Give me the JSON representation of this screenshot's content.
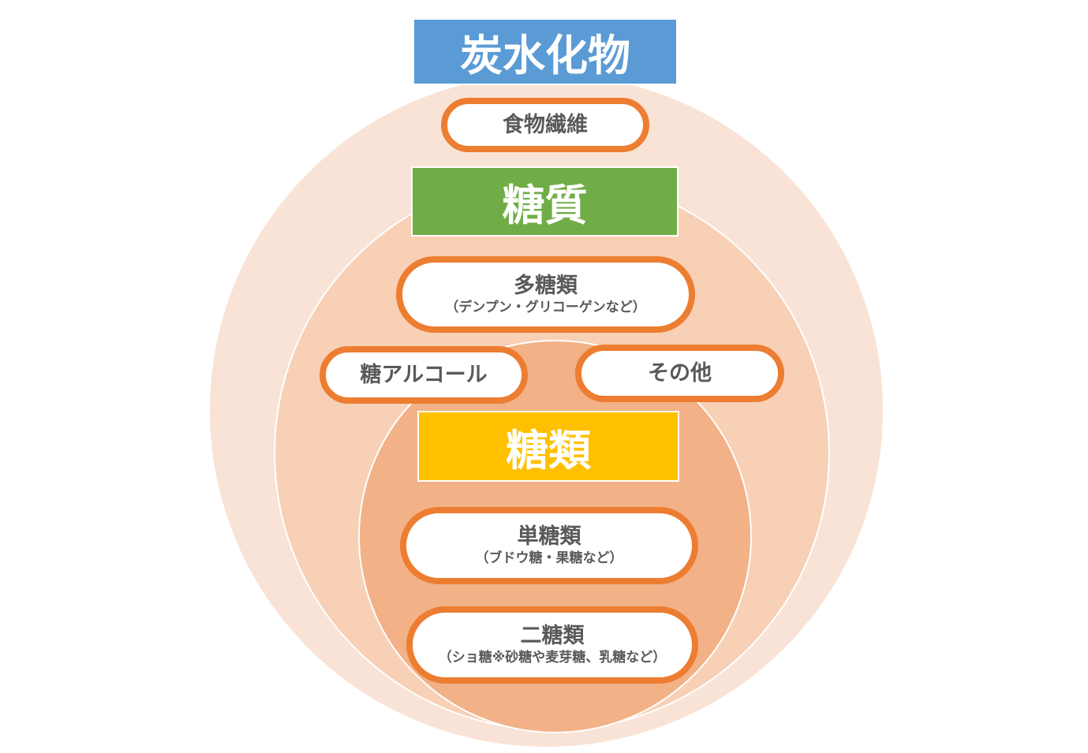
{
  "colors": {
    "outer": "#F9E3D6",
    "middle": "#F7D0B6",
    "inner": "#F2B187",
    "pill_border": "#ED7D31",
    "carbohydrate": "#5B9BD5",
    "saccharide": "#70AD47",
    "sugar": "#FFC000"
  },
  "carbohydrate": {
    "title": "炭水化物",
    "fiber": "食物繊維"
  },
  "saccharide": {
    "title": "糖質",
    "polysaccharide": "多糖類",
    "polysaccharide_note": "（デンプン・グリコーゲンなど）",
    "sugar_alcohol": "糖アルコール",
    "other": "その他"
  },
  "sugar": {
    "title": "糖類",
    "monosaccharide": "単糖類",
    "monosaccharide_note": "（ブドウ糖・果糖など）",
    "disaccharide": "二糖類",
    "disaccharide_note": "（ショ糖※砂糖や麦芽糖、乳糖など）"
  }
}
